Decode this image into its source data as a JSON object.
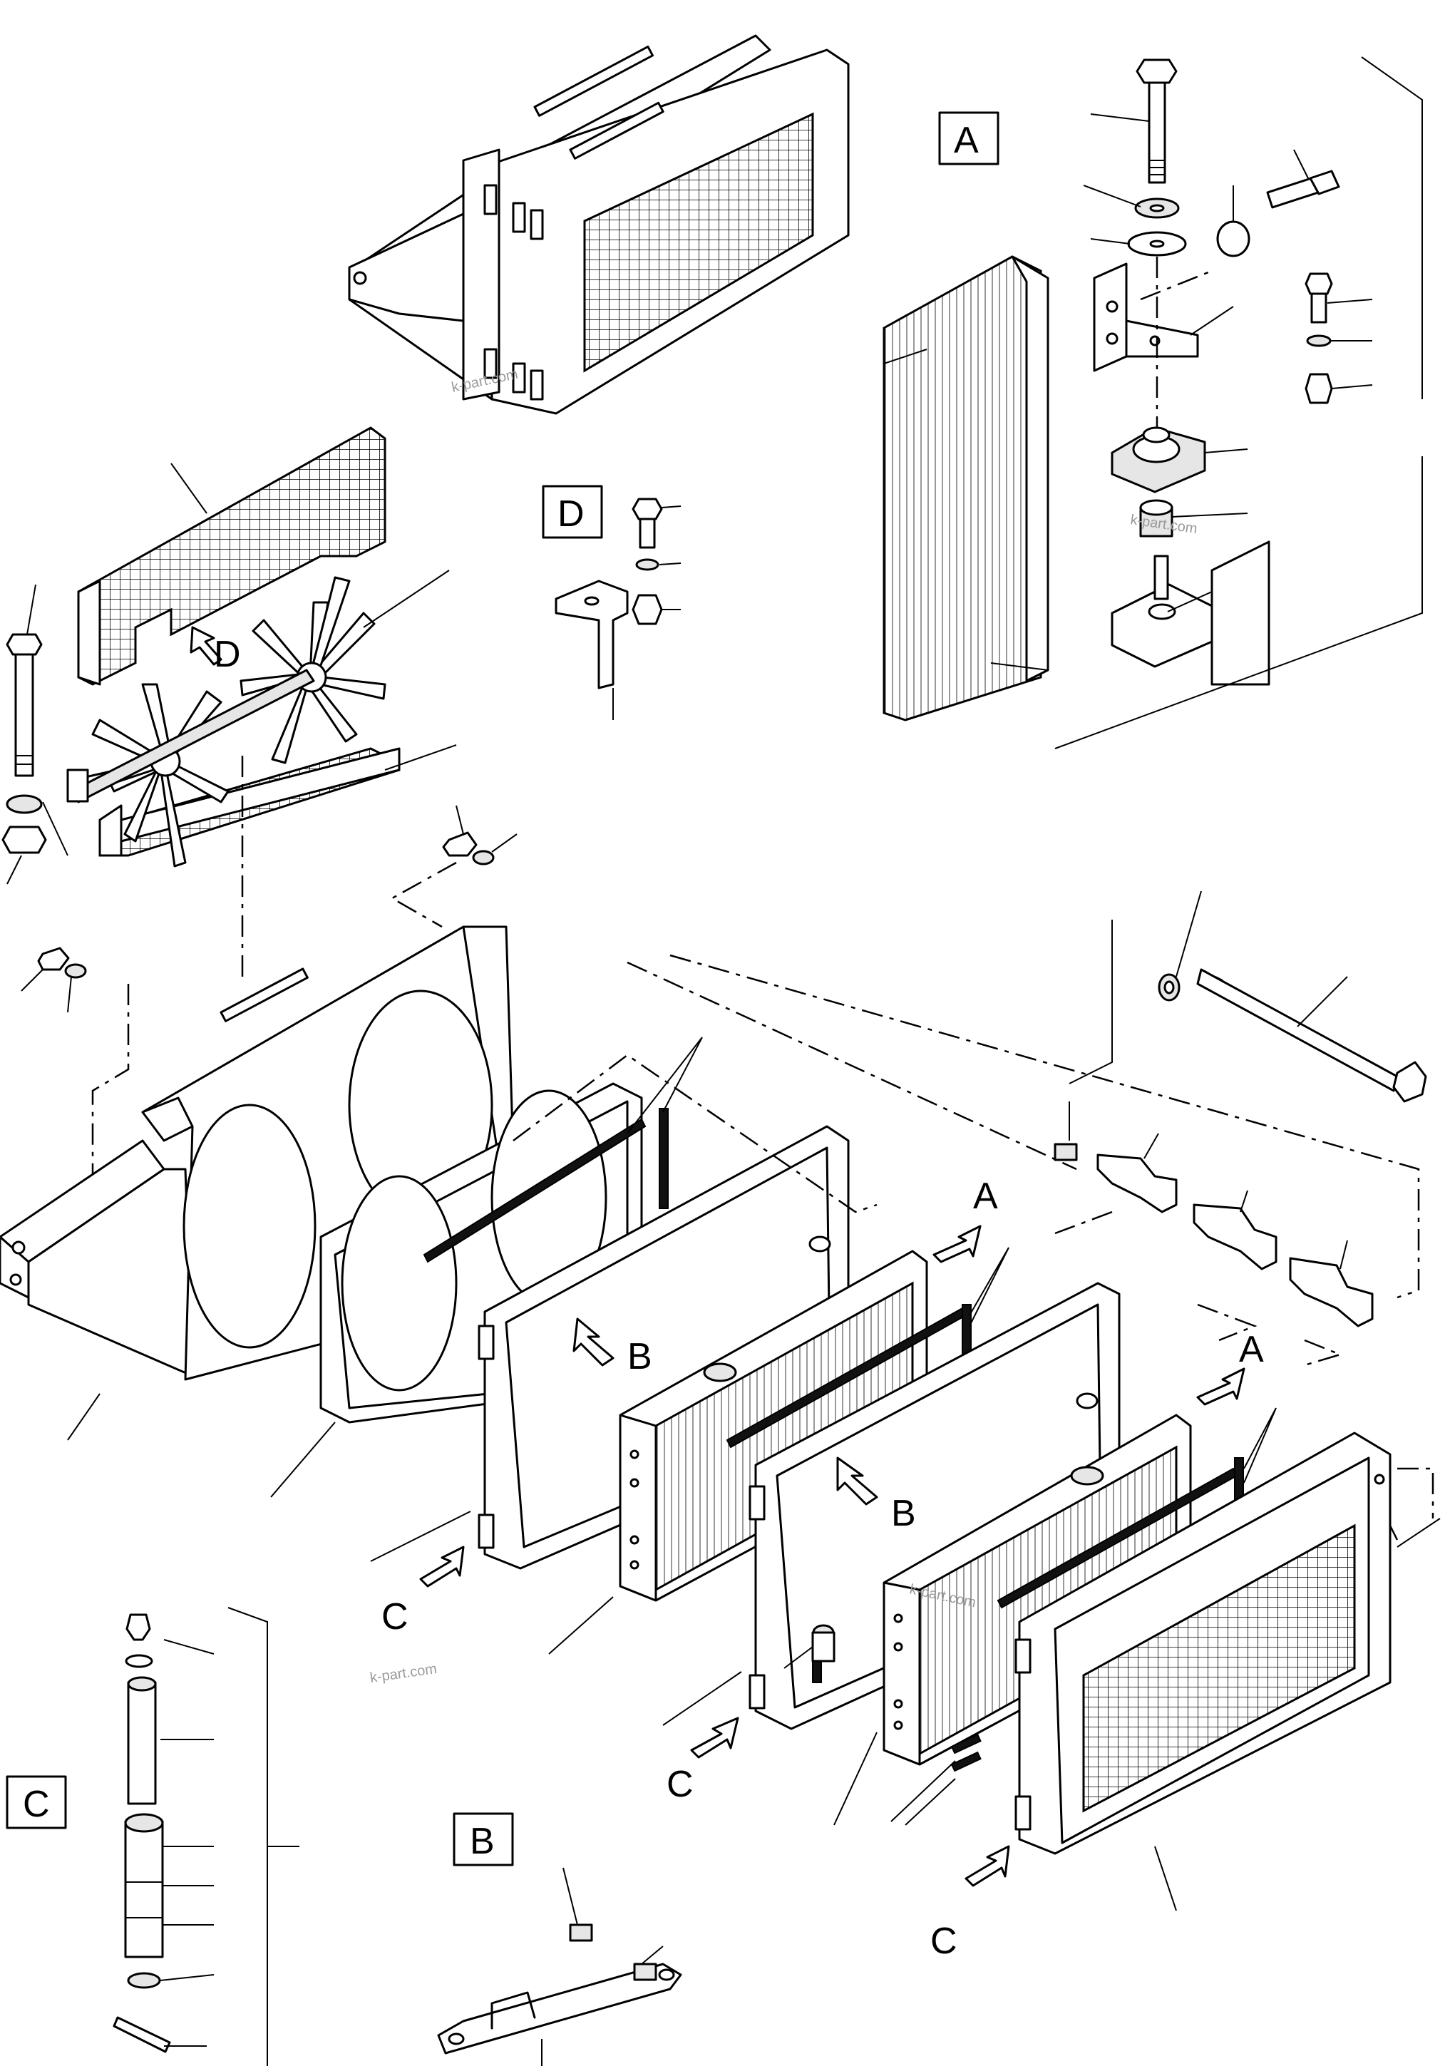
{
  "detail_boxes": {
    "a": "A",
    "b": "B",
    "c": "C",
    "d": "D"
  },
  "callouts": {
    "a1": "A",
    "a2": "A",
    "b1": "B",
    "b2": "B",
    "c1": "C",
    "c2": "C",
    "c3": "C",
    "d1": "D"
  },
  "watermarks": [
    "k-part.com",
    "k-part.com",
    "k-part.com",
    "k-part.com"
  ]
}
